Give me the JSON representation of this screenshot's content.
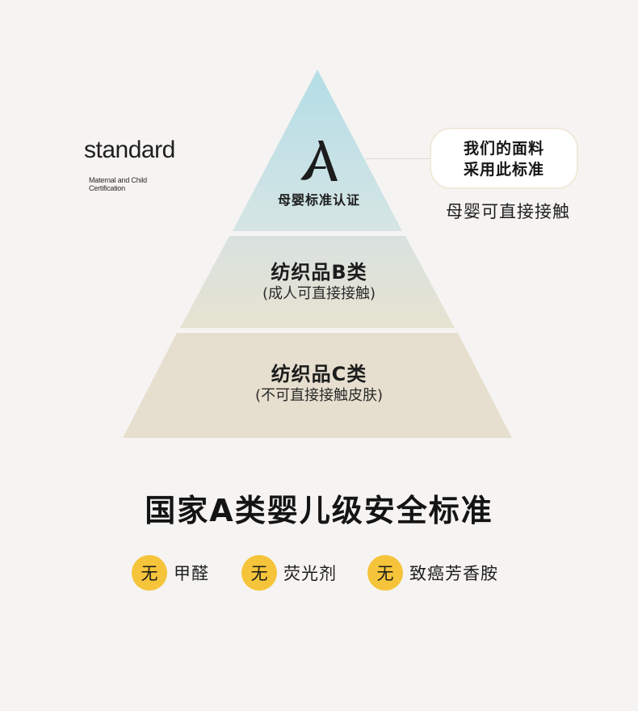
{
  "brand": {
    "word": "standard",
    "subtitle": "Maternal and Child Certification"
  },
  "pyramid": {
    "top": {
      "label": "母婴标准认证",
      "logo_icon": "a-monogram-icon"
    },
    "middle": {
      "title": "纺织品B类",
      "subtitle": "(成人可直接接触)"
    },
    "bottom": {
      "title": "纺织品C类",
      "subtitle": "(不可直接接触皮肤)"
    },
    "colors": {
      "top_start": "#b3dde7",
      "top_end": "#d6e5e4",
      "middle_start": "#d9e1df",
      "middle_end": "#e6e3d1",
      "bottom": "#e6dfcf"
    }
  },
  "callout": {
    "line1": "我们的面料",
    "line2": "采用此标准",
    "note": "母婴可直接接触"
  },
  "headline": "国家A类婴儿级安全标准",
  "badges": [
    {
      "mark": "无",
      "label": "甲醛"
    },
    {
      "mark": "无",
      "label": "荧光剂"
    },
    {
      "mark": "无",
      "label": "致癌芳香胺"
    }
  ],
  "accent_color": "#f5c43a"
}
